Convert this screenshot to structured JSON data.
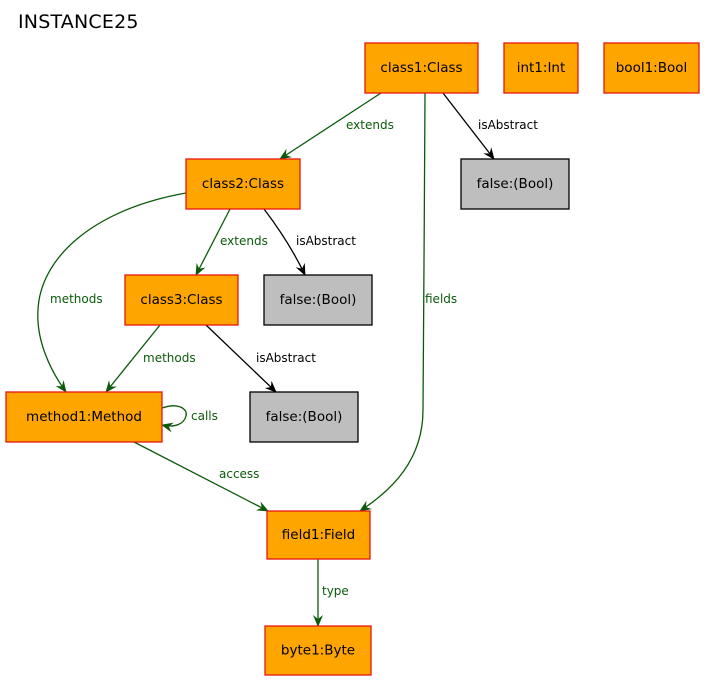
{
  "title": "INSTANCE25",
  "colors": {
    "object_fill": "#ffa500",
    "object_border": "#e8170f",
    "value_fill": "#bebebe",
    "value_border": "#000000",
    "reference_edge": "#0b5a0b",
    "attribute_edge": "#000000"
  },
  "nodes": {
    "class1": "class1:Class",
    "int1": "int1:Int",
    "bool1": "bool1:Bool",
    "class2": "class2:Class",
    "false1": "false:(Bool)",
    "class3": "class3:Class",
    "false2": "false:(Bool)",
    "method1": "method1:Method",
    "false3": "false:(Bool)",
    "field1": "field1:Field",
    "byte1": "byte1:Byte"
  },
  "edges": {
    "class1_class2": "extends",
    "class1_false1": "isAbstract",
    "class1_field1": "fields",
    "class2_class3": "extends",
    "class2_false2": "isAbstract",
    "class2_method1": "methods",
    "class3_method1": "methods",
    "class3_false3": "isAbstract",
    "method1_method1": "calls",
    "method1_field1": "access",
    "field1_byte1": "type"
  }
}
